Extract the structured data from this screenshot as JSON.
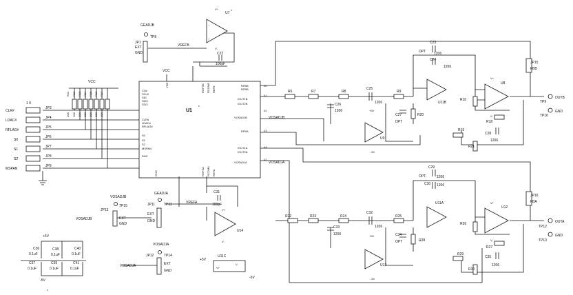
{
  "ic": {
    "u1": "U1",
    "u1_pins_left": [
      "CS#",
      "SCLK",
      "SDI",
      "SDO",
      "SDO",
      "CLR#",
      "LDAC#",
      "RFLAG#",
      "S0",
      "S1",
      "S2",
      "MSPAN",
      "DNC"
    ],
    "u1_pins_right": [
      "RFBB",
      "RFBB",
      "IOUT1B",
      "IOUT2B",
      "VOSADJB",
      "RFBA",
      "IOUT1A",
      "IOUT2A",
      "VOSADJA"
    ],
    "u1_pins_top": [
      "VDD",
      "ROFSB",
      "RCOMB",
      "REFB"
    ],
    "u1_pins_bottom": [
      "GND",
      "ROFSA",
      "RCOMA",
      "REFA"
    ],
    "pin_numbers": [
      "40",
      "41",
      "42",
      "43",
      "48",
      "44",
      "42"
    ]
  },
  "nets": {
    "vcc": "VCC",
    "vrefb": "VREFB",
    "vrefa": "VREFA",
    "vosadjb": "VOSADJB",
    "vosadja": "VOSADJA",
    "outb": "OUTB",
    "outa": "OUTA",
    "gnd": "GND",
    "fbb": "FBB",
    "fba": "FBA",
    "one_zero": "1  0",
    "geadjb": "GEADJB",
    "geadja": "GEADJA"
  },
  "jumpers_left": [
    {
      "id": "JP3",
      "label": "CLR#"
    },
    {
      "id": "JP4",
      "label": "LDAC#"
    },
    {
      "id": "JP5",
      "label": "RFLAG#"
    },
    {
      "id": "JP6",
      "label": "S0"
    },
    {
      "id": "JP7",
      "label": "S1"
    },
    {
      "id": "JP8",
      "label": "S2"
    },
    {
      "id": "JP9",
      "label": "MSPAN"
    }
  ],
  "pullups": [
    "R11",
    "R12",
    "R13",
    "R14",
    "R15",
    "R16",
    "R17"
  ],
  "pullup_value": "10K",
  "jp1": {
    "id": "JP1",
    "tp": "TP8",
    "ext": "EXT",
    "gnd": "GND"
  },
  "jp11": {
    "id": "JP11",
    "tp": "TP11",
    "ext": "EXT",
    "gnd": "GND"
  },
  "jp13": {
    "id": "JP13",
    "tp": "TP15",
    "ext": "EXT",
    "gnd": "GND"
  },
  "jp12": {
    "id": "JP12",
    "tp": "TP14",
    "ext": "EXT",
    "gnd": "GND"
  },
  "jp15": {
    "id": "JP15"
  },
  "jp16": {
    "id": "JP16"
  },
  "opamps": {
    "u7": "U7",
    "u14": "U14",
    "u11b": "U11B",
    "u8": "U8",
    "u9": "U9",
    "u11a": "U11A",
    "u12": "U12",
    "u13": "U13",
    "u11c": "U11C"
  },
  "caps_b": {
    "c22": "C22",
    "c22v": "100pF",
    "c23": "C23",
    "c24": "C24",
    "c25": "C25",
    "c26": "C26",
    "c27": "C27",
    "c28": "C28",
    "v1206": "1206",
    "opt": "OPT",
    "opt_dot": "OPT."
  },
  "caps_a": {
    "c31": "C31",
    "c31v": "100pF",
    "c29": "C29",
    "c30": "C30",
    "c32": "C32",
    "c33": "C33",
    "c34": "C34",
    "c35": "C35"
  },
  "res_b": [
    "R6",
    "R7",
    "R8",
    "R9",
    "R10",
    "R18",
    "R19",
    "R20",
    "R21"
  ],
  "res_a": [
    "R22",
    "R23",
    "R24",
    "R25",
    "R26",
    "R27",
    "R28",
    "R29",
    "R30"
  ],
  "tps": {
    "tp9": "TP9",
    "tp10": "TP10",
    "tp12": "TP12",
    "tp13": "TP13"
  },
  "supply": {
    "p5": "+5V",
    "m5": "-5V",
    "vplus": "V+",
    "vminus": "V-",
    "c36": "C36",
    "c37": "C37",
    "c38": "C38",
    "c39": "C39",
    "c40": "C40",
    "c41": "C41",
    "cv": "0.1uF"
  },
  "marks": {
    "asterisk": "*"
  }
}
